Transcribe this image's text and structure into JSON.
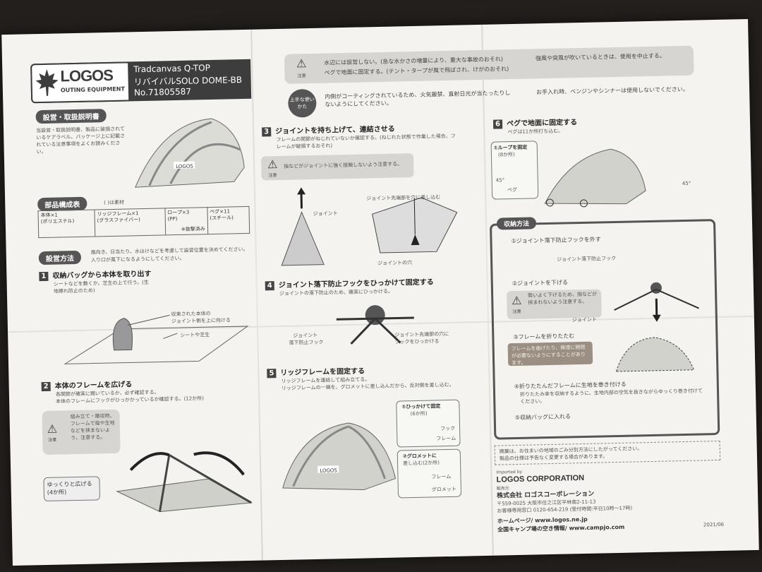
{
  "header": {
    "brand": "LOGOS",
    "brand_sub": "OUTING EQUIPMENT",
    "product_en": "Tradcanvas Q-TOP",
    "product_jp": "リバイバルSOLO DOME-BB",
    "product_no": "No.71805587"
  },
  "warnings_top": {
    "label": "注意",
    "line1": "水辺には設営しない。(急な水かさの増量により、重大な事故のおそれ)",
    "line1_right": "強風や突風が吹いているときは、使用を中止する。",
    "line2": "ペグで地面に固定する。(テント・タープが風で飛ばされ、けがのおそれ)",
    "tip_label": "上手な使いかた",
    "tip1": "内側がコーティングされているため、火気厳禁、直射日光が当たったりしないようにしてください。",
    "tip1_right": "お手入れ時、ベンジンやシンナーは使用しないでください。"
  },
  "manual_title": "設営・取扱説明書",
  "intro": "当設営・取扱説明書、製品に破損されているケアラベル、パッケージ上に記載されている注意事項をよくお読みください。",
  "parts": {
    "title": "部品構成表",
    "legend": "( )は素材",
    "items": [
      {
        "name": "本体×1",
        "mat": "(ポリエステル)"
      },
      {
        "name": "リッジフレーム×1",
        "mat": "(グラスファイバー)"
      },
      {
        "name": "ロープ×3",
        "mat": "(PP)"
      },
      {
        "name": "ペグ×11",
        "mat": "(スチール)"
      }
    ],
    "note": "※抜撃済み"
  },
  "setup": {
    "title": "設営方法",
    "notes": [
      "風向き、日当たり、水はけなどを考慮して設営位置を決めてください。",
      "入り口が風下になるようにしてください。"
    ]
  },
  "steps": [
    {
      "n": "1",
      "title": "収納バッグから本体を取り出す",
      "desc": "シートなどを敷くか、芝生の上で行う。(生地擦れ防止のため)",
      "callouts": [
        "収束された本体の",
        "ジョイント側を上に向ける",
        "シートや芝生"
      ]
    },
    {
      "n": "2",
      "title": "本体のフレームを広げる",
      "desc1": "各関節が確実に開いているか、必ず確認する。",
      "desc2": "本体のフレームにフックがひっかかっているか確認する。(12か所)",
      "warn_label": "注意",
      "warn": "組み立て・撤収時、フレームで指や生地などを挟まないよう、注意する。",
      "callout": "ゆっくりと広げる(4か所)"
    },
    {
      "n": "3",
      "title": "ジョイントを持ち上げて、連結させる",
      "desc": "フレームの関節がねじれていないか確認する。(ねじれた状態で作業した場合、フレームが破損するおそれ)",
      "warn_label": "注意",
      "warn": "指などがジョイントに強く接触しないよう注意する。",
      "callouts": [
        "ジョイント",
        "ジョイント先端部を穴に差し込む",
        "ジョイントの穴"
      ]
    },
    {
      "n": "4",
      "title": "ジョイント落下防止フックをひっかけて固定する",
      "desc": "ジョイントの落下防止のため、確実にひっかける。",
      "callouts": [
        "ジョイント",
        "落下防止フック",
        "ジョイント先端部の穴に",
        "フックをひっかける"
      ]
    },
    {
      "n": "5",
      "title": "リッジフレームを固定する",
      "desc1": "リッジフレームを連結して組み立てる。",
      "desc2": "リッジフレームの一端を、グロメットに差し込んだから、反対側を差し込む。",
      "box1": "①ひっかけて固定",
      "box1b": "(6か所)",
      "box1_labels": [
        "フック",
        "フレーム"
      ],
      "box2": "②グロメットに",
      "box2b": "差し込む(2か所)",
      "box2_labels": [
        "フレーム",
        "グロメット"
      ]
    },
    {
      "n": "6",
      "title": "ペグで地面に固定する",
      "desc": "ペグは11か所打ち込む。",
      "box": "①ループを固定",
      "box_b": "(8か所)",
      "labels": [
        "45°",
        "ペグ",
        "45°"
      ]
    }
  ],
  "storage": {
    "title": "収納方法",
    "s1": "①ジョイント落下防止フックを外す",
    "s1_label": "ジョイント落下防止フック",
    "s2": "②ジョイントを下げる",
    "s2_warn_label": "注意",
    "s2_warn": "勢いよく下げるため、指などが挟まれないよう注意する。",
    "s2_label": "ジョイント",
    "s3": "③フレームを折りたたむ",
    "s3_note": "フレームを曲げたり、無理に開閉が必要ないようにすることがあります。",
    "s4": "④折りたたんだフレームに生地を巻き付ける",
    "s4_desc": "折りたたみ傘を収納するように、生地内部の空気を抜きながらゆっくり巻き付けてください。",
    "s5": "⑤収納バッグに入れる"
  },
  "disclaimers": [
    "廃棄は、お住まいの地域のごみ分別方法にしたがってください。",
    "製品の仕様は予告なく変更する場合があります。"
  ],
  "company": {
    "label": "Imported by",
    "name_en": "LOGOS CORPORATION",
    "label_jp": "販売元",
    "name_jp": "株式会社 ロゴスコーポレーション",
    "addr": "〒559-0025 大阪市住之江区平林南2-11-13",
    "tel": "お客様専用窓口 0120-654-219 (受付時間:平日10時〜17時)",
    "web": "ホームページ/ www.logos.ne.jp",
    "camp": "全国キャンプ場の空き情報/ www.campjo.com"
  },
  "date": "2021/06"
}
